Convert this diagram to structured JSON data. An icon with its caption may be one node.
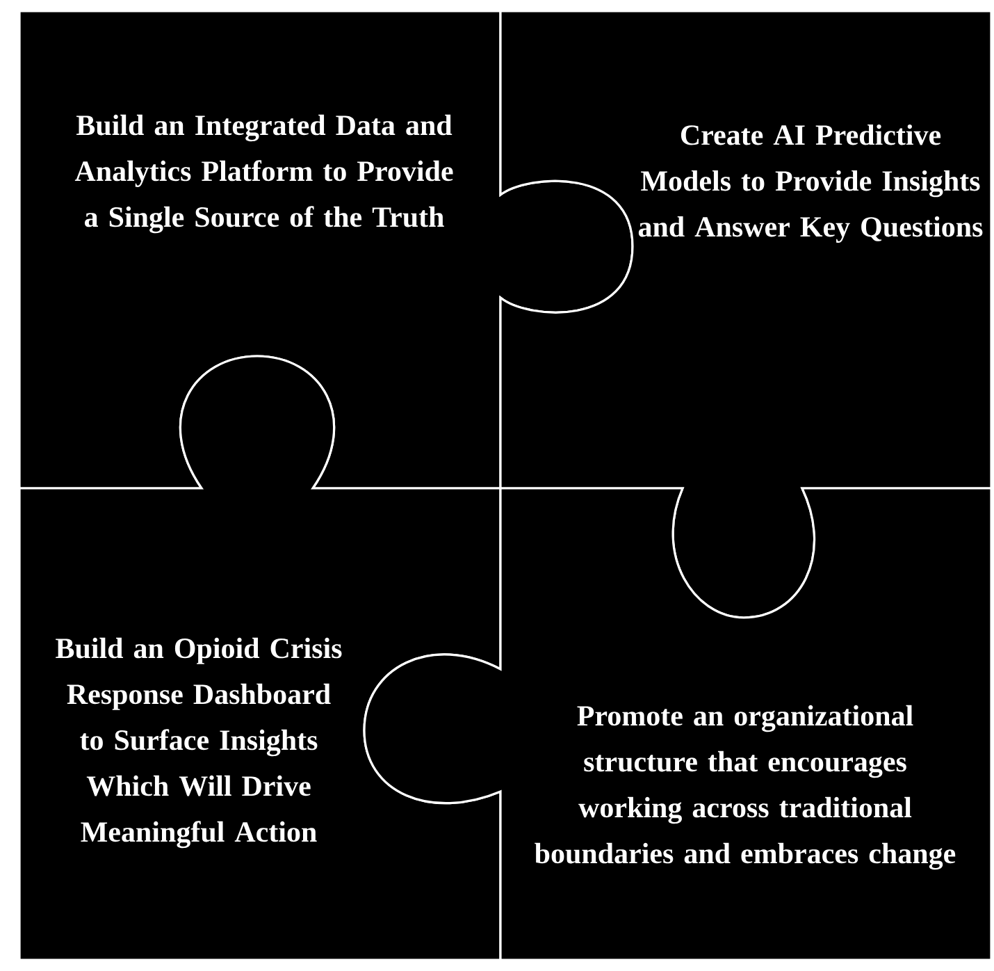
{
  "diagram": {
    "nodes": [
      {
        "text": [
          "Build an Integrated Data and Analytics Platform to Provide a Single Source of the Truth"
        ]
      },
      {
        "text": [
          "Create AI Predictive Models to Provide Insights and Answer Key Questions"
        ]
      },
      {
        "text": [
          "Build an Opioid Crisis Response Dashboard to Surface Insights Which Will Drive Meaningful Action"
        ]
      },
      {
        "text": [
          "Promote an organizational structure that encourages working across traditional boundaries and embraces change"
        ]
      }
    ]
  }
}
